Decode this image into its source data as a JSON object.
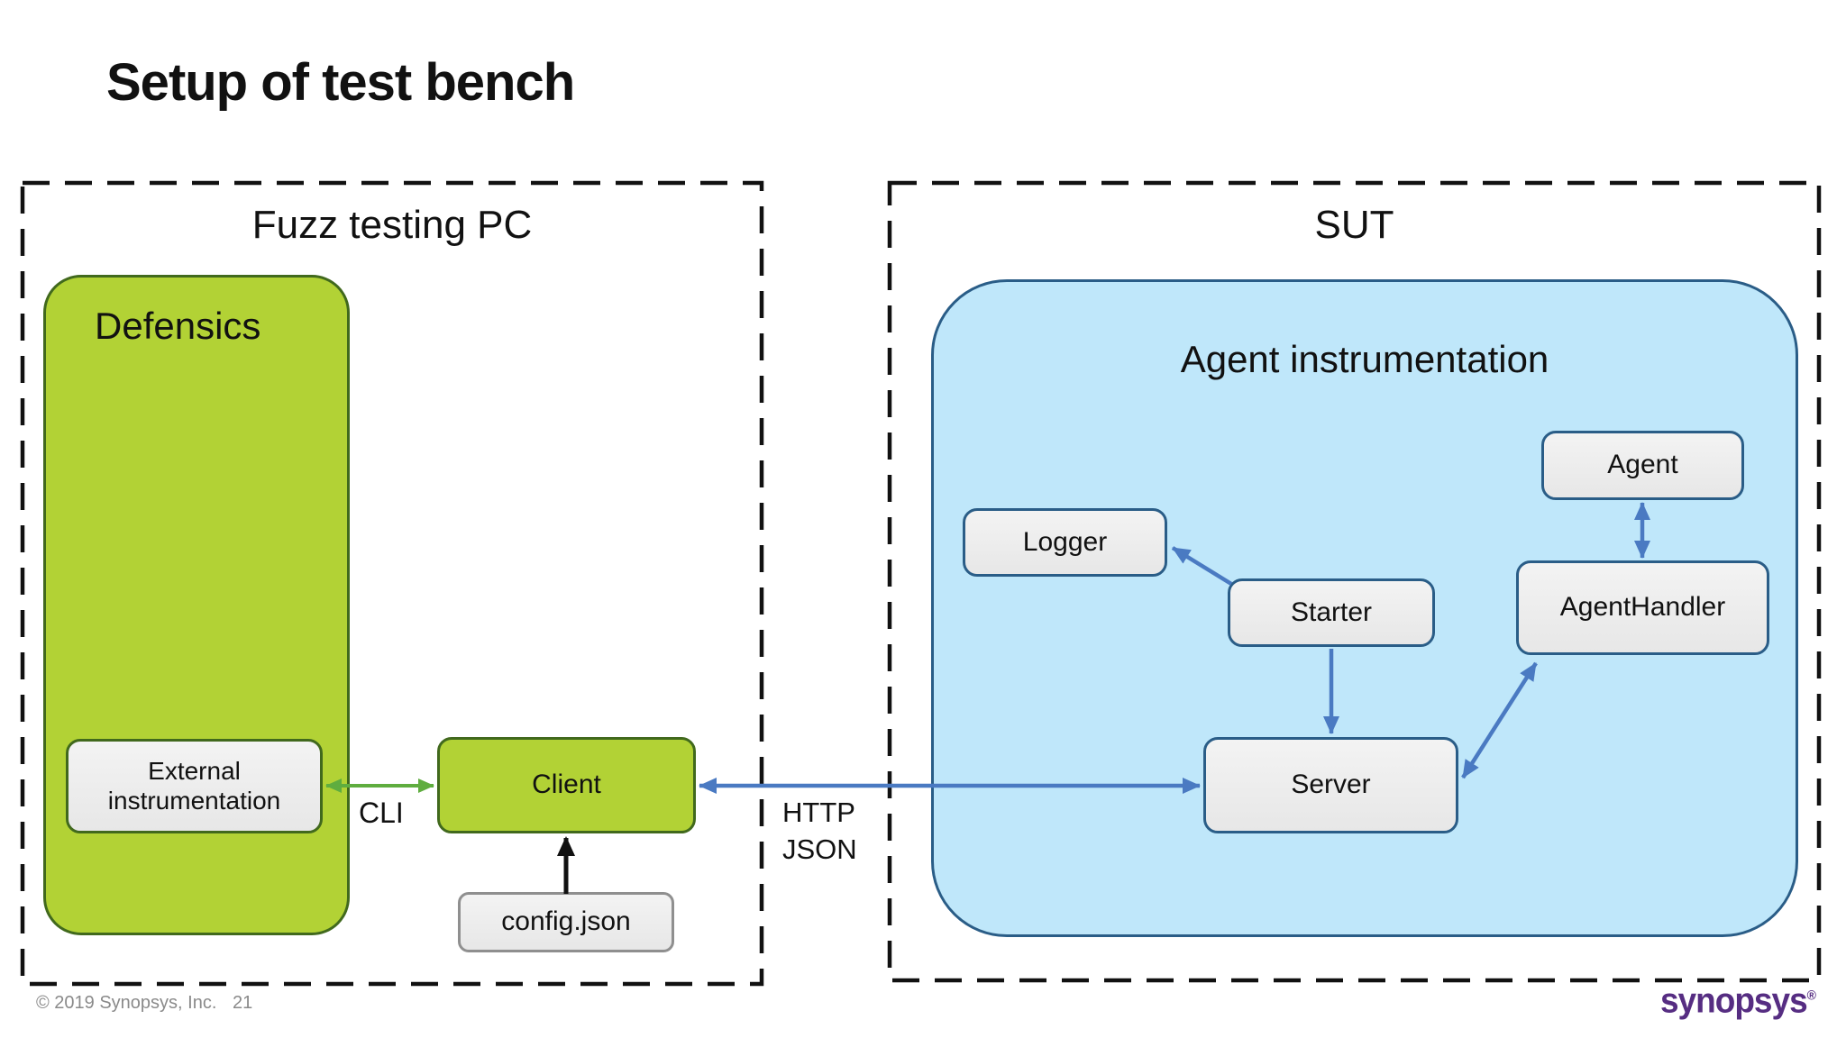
{
  "slide": {
    "title": "Setup of test bench"
  },
  "fuzz_pc": {
    "label": "Fuzz testing PC",
    "defensics": {
      "label": "Defensics"
    },
    "nodes": {
      "external_instrumentation": {
        "line1": "External",
        "line2": "instrumentation"
      },
      "client": {
        "label": "Client"
      },
      "config": {
        "label": "config.json"
      }
    }
  },
  "sut": {
    "label": "SUT",
    "agent_instrumentation": {
      "label": "Agent instrumentation"
    },
    "nodes": {
      "logger": "Logger",
      "starter": "Starter",
      "server": "Server",
      "agent": "Agent",
      "agent_handler": "AgentHandler"
    }
  },
  "connections": {
    "cli_label": "CLI",
    "http_label": "HTTP",
    "json_label": "JSON"
  },
  "footer": {
    "copyright": "© 2019 Synopsys, Inc.",
    "page_number": "21",
    "logo_text": "synopsys",
    "logo_registered": "®"
  },
  "colors": {
    "defensics_green": "#b2d235",
    "green_border": "#41691d",
    "green_arrow": "#5fad3f",
    "sut_blue_fill": "#bfe7fa",
    "navy_border": "#2a5d87",
    "blue_arrow": "#4a7ac2",
    "node_gray": "#e9e9e9",
    "logo_purple": "#562d82",
    "footer_gray": "#8a8a8a"
  }
}
